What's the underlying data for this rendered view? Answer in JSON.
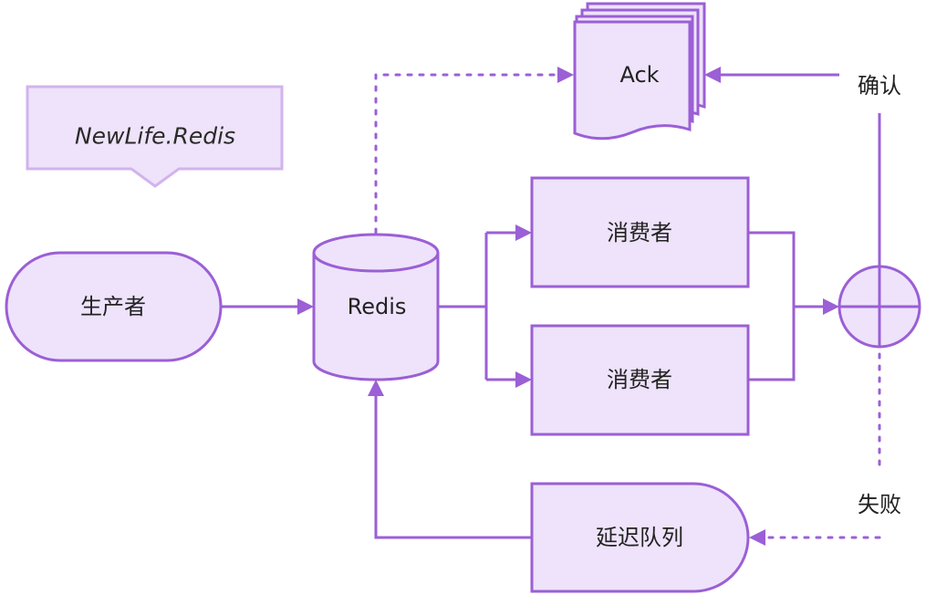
{
  "note": {
    "text": "NewLife.Redis"
  },
  "nodes": {
    "producer": "生产者",
    "redis": "Redis",
    "consumer_1": "消费者",
    "consumer_2": "消费者",
    "ack": "Ack",
    "delay_queue": "延迟队列"
  },
  "edge_labels": {
    "confirm": "确认",
    "fail": "失败"
  },
  "colors": {
    "node_fill": "#eee3fa",
    "node_stroke": "#9b5fd6",
    "note_stroke": "#d2b3ee",
    "text": "#222222"
  }
}
